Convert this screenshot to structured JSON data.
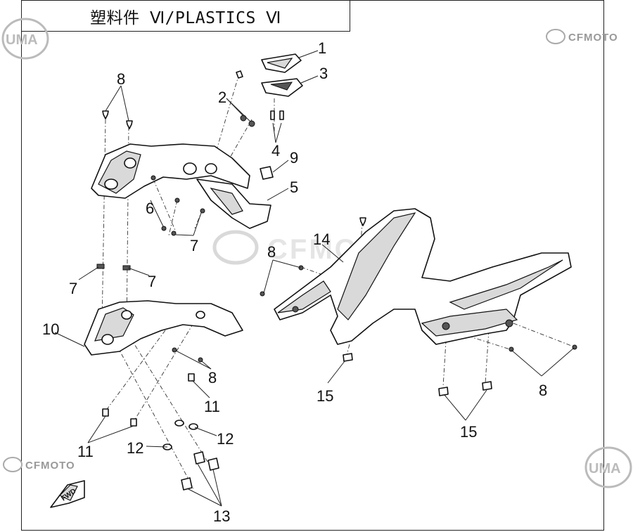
{
  "title": "塑料件 Ⅵ/PLASTICS Ⅵ",
  "logos": {
    "uma": "UMA",
    "cfmoto": "CFMOTO",
    "fwd": "FWD"
  },
  "callouts": {
    "c1": "1",
    "c2": "2",
    "c3": "3",
    "c4": "4",
    "c5": "5",
    "c6": "6",
    "c7a": "7",
    "c7b": "7",
    "c7c": "7",
    "c8a": "8",
    "c8b": "8",
    "c8c": "8",
    "c8d": "8",
    "c9": "9",
    "c10": "10",
    "c11a": "11",
    "c11b": "11",
    "c12a": "12",
    "c12b": "12",
    "c13": "13",
    "c14": "14",
    "c15a": "15",
    "c15b": "15"
  }
}
